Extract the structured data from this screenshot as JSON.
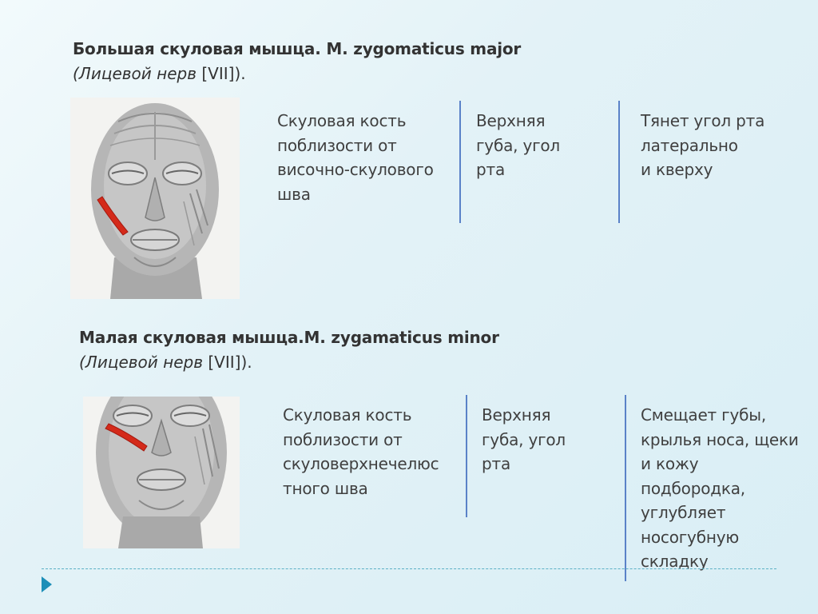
{
  "sections": [
    {
      "title": "Большая скуловая мышца. M. zygomaticus major",
      "subtitle_italic": "(Лицевой нерв ",
      "subtitle_roman": "[VII]",
      "subtitle_end": ").",
      "origin": [
        "Скуловая кость",
        "поблизости от",
        "височно-скулового",
        "шва"
      ],
      "insertion": [
        "Верхняя",
        "губа, угол",
        "рта"
      ],
      "function": [
        "Тянет угол рта",
        "латерально",
        "и кверху"
      ]
    },
    {
      "title": "Малая скуловая мышца.M. zygamaticus minor",
      "subtitle_italic": "(Лицевой нерв ",
      "subtitle_roman": "[VII]",
      "subtitle_end": ").",
      "origin": [
        "Скуловая кость",
        "поблизости от",
        "скуловерхнечелюс",
        "тного шва"
      ],
      "insertion": [
        "Верхняя",
        "губа, угол",
        "рта"
      ],
      "function": [
        "Смещает губы,",
        "крылья носа, щеки",
        "и кожу",
        "подбородка,",
        "углубляет",
        "носогубную",
        "складку"
      ]
    }
  ],
  "colors": {
    "accent_line": "#5a82c8",
    "muscle_highlight": "#d42a1a",
    "nav_arrow": "#1d8fb8"
  }
}
